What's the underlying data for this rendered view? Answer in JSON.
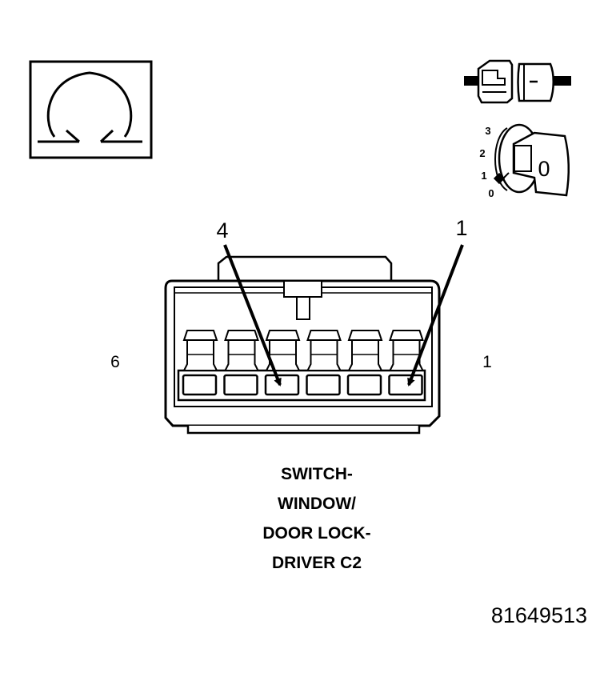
{
  "ohm_symbol": "Ω",
  "ignition_key": {
    "positions": [
      "3",
      "2",
      "1",
      "0"
    ],
    "key_label": "0"
  },
  "connector": {
    "end_labels": {
      "left": "6",
      "right": "1"
    },
    "callouts": [
      {
        "label": "4",
        "cavity": 4
      },
      {
        "label": "1",
        "cavity": 1
      }
    ],
    "cavity_count": 6
  },
  "caption": [
    "SWITCH-",
    "WINDOW/",
    "DOOR LOCK-",
    "DRIVER C2"
  ],
  "document_number": "81649513",
  "colors": {
    "line": "#000000",
    "background": "#ffffff"
  }
}
